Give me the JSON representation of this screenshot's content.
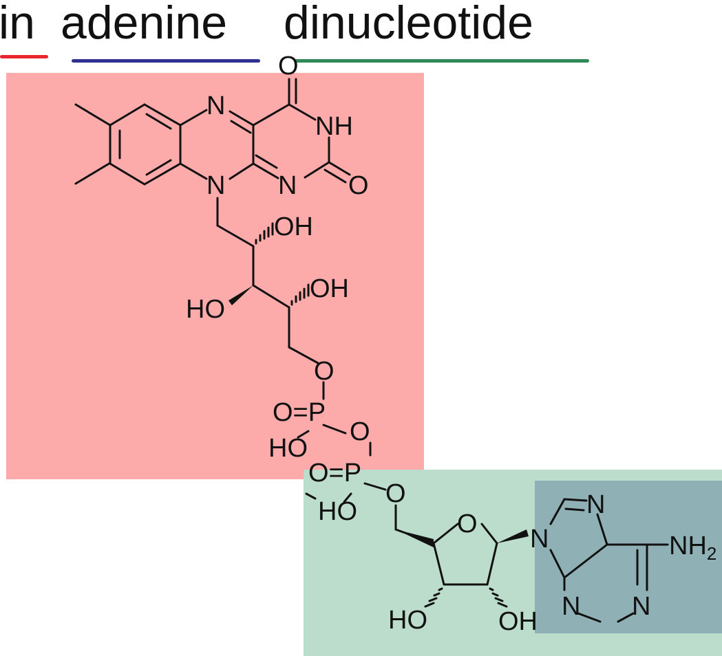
{
  "title": {
    "word1": "in",
    "word2": "adenine",
    "word3": "dinucleotide",
    "underline_colors": [
      "#e8262b",
      "#30308e",
      "#2e8b57"
    ]
  },
  "regions": {
    "flavin_color": "#fdaaaa",
    "ribose_color": "#bcdccc",
    "adenine_color": "#8fb0b4"
  },
  "atoms": {
    "n5": "N",
    "n10": "N",
    "n1": "N",
    "nh": "NH",
    "c4_o": "O",
    "c2_o": "O",
    "oh2": "OH",
    "oh3": "OH",
    "ho4": "HO",
    "o_phosphate1": "O",
    "p1_o": "O=P",
    "p1_ho": "HO",
    "o_bridge": "O",
    "p2_o": "O=P",
    "p2_ho": "HO",
    "o5": "O",
    "ring_o": "O",
    "n9": "N",
    "n7": "N",
    "nh2": "NH",
    "nh2_sub": "2",
    "n1_ad": "N",
    "n3_ad": "N",
    "ho_ribose": "HO",
    "oh_ribose": "OH",
    "top_o": "O"
  }
}
